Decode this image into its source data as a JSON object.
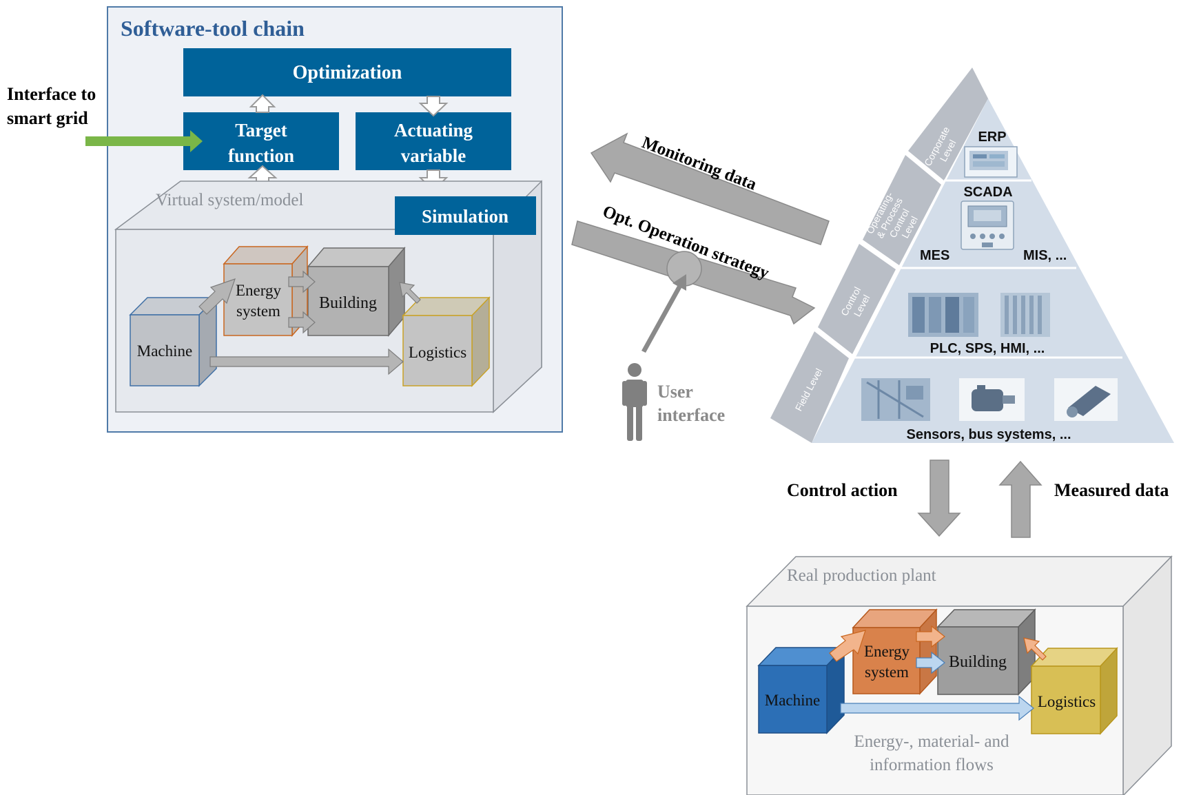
{
  "toolchain": {
    "title": "Software-tool chain",
    "optimization": "Optimization",
    "target_function": [
      "Target",
      "function"
    ],
    "actuating_variable": [
      "Actuating",
      "variable"
    ],
    "simulation": "Simulation",
    "virtual_model_label": "Virtual system/model",
    "cubes": {
      "energy_system": [
        "Energy",
        "system"
      ],
      "building": "Building",
      "machine": "Machine",
      "logistics": "Logistics"
    }
  },
  "interface": [
    "Interface to",
    "smart grid"
  ],
  "monitoring_data": "Monitoring data",
  "opt_strategy": "Opt. Operation strategy",
  "user_interface": [
    "User",
    "interface"
  ],
  "pyramid": {
    "levels": {
      "corporate": [
        "Corporate",
        "Level"
      ],
      "operating": [
        "Operating-",
        "& Process",
        "Control",
        "Level"
      ],
      "control": [
        "Control",
        "Level"
      ],
      "field": "Field Level"
    },
    "labels": {
      "erp": "ERP",
      "scada": "SCADA",
      "mes": "MES",
      "mis": "MIS, ...",
      "plc": "PLC, SPS, HMI, ...",
      "sensors": "Sensors, bus systems, ..."
    }
  },
  "control_action": "Control action",
  "measured_data": "Measured data",
  "real_plant": {
    "label": "Real production plant",
    "cubes": {
      "energy_system": [
        "Energy",
        "system"
      ],
      "building": "Building",
      "machine": "Machine",
      "logistics": "Logistics"
    },
    "flows_caption": [
      "Energy-, material- and",
      "information flows"
    ]
  },
  "colors": {
    "dark_blue": "#00639a",
    "title_blue": "#2f5e96",
    "panel_bg": "#eef1f6",
    "panel_border": "#4f7aa8",
    "gray_arrow": "#a9a9a9",
    "green_arrow": "#7ab648",
    "orange": "#d9824b",
    "gold": "#d8bf55",
    "machine_blue": "#2c6fb6",
    "pyramid_bg": "#d3dde9",
    "pyramid_side": "#b9bec6"
  }
}
